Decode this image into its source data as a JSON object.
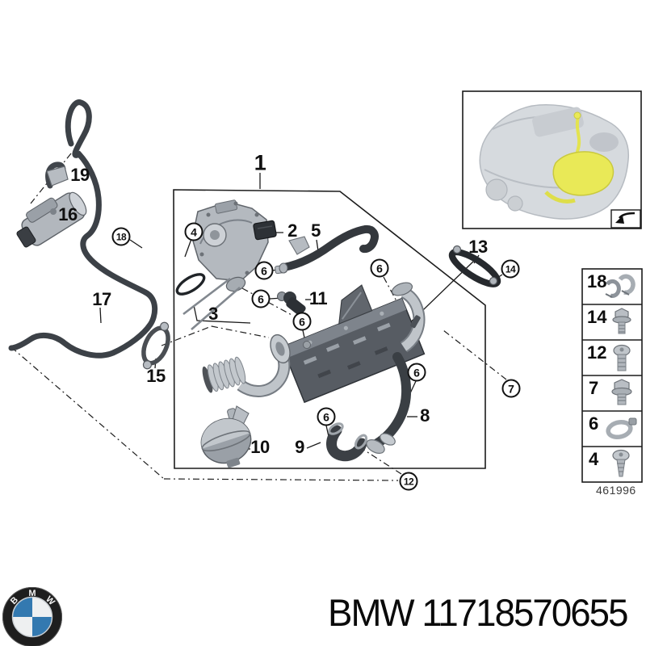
{
  "diagram": {
    "image_number": "461996",
    "callouts_plain": [
      {
        "id": "1",
        "label": "1"
      },
      {
        "id": "2",
        "label": "2"
      },
      {
        "id": "3",
        "label": "3"
      },
      {
        "id": "5",
        "label": "5"
      },
      {
        "id": "8",
        "label": "8"
      },
      {
        "id": "9",
        "label": "9"
      },
      {
        "id": "10",
        "label": "10"
      },
      {
        "id": "11",
        "label": "11"
      },
      {
        "id": "13",
        "label": "13"
      },
      {
        "id": "15",
        "label": "15"
      },
      {
        "id": "16",
        "label": "16"
      },
      {
        "id": "17",
        "label": "17"
      },
      {
        "id": "19",
        "label": "19"
      }
    ],
    "callouts_circled": [
      {
        "id": "4",
        "label": "4"
      },
      {
        "id": "6a",
        "label": "6"
      },
      {
        "id": "6b",
        "label": "6"
      },
      {
        "id": "6c",
        "label": "6"
      },
      {
        "id": "6d",
        "label": "6"
      },
      {
        "id": "6e",
        "label": "6"
      },
      {
        "id": "6f",
        "label": "6"
      },
      {
        "id": "7",
        "label": "7"
      },
      {
        "id": "12",
        "label": "12"
      },
      {
        "id": "14",
        "label": "14"
      },
      {
        "id": "18",
        "label": "18"
      }
    ]
  },
  "fastener_panel": {
    "items": [
      {
        "label": "18",
        "icon": "pipe-clip-icon"
      },
      {
        "label": "14",
        "icon": "flange-bolt-icon"
      },
      {
        "label": "12",
        "icon": "pan-head-screw-icon"
      },
      {
        "label": "7",
        "icon": "flange-bolt-short-icon"
      },
      {
        "label": "6",
        "icon": "hose-clamp-icon"
      },
      {
        "label": "4",
        "icon": "tapping-screw-icon"
      }
    ]
  },
  "inset": {
    "highlight_color": "#e9e957"
  },
  "footer": {
    "title": "BMW 11718570655",
    "logo_letters": [
      "B",
      "M",
      "W"
    ],
    "logo_blue": "#3379b0"
  }
}
